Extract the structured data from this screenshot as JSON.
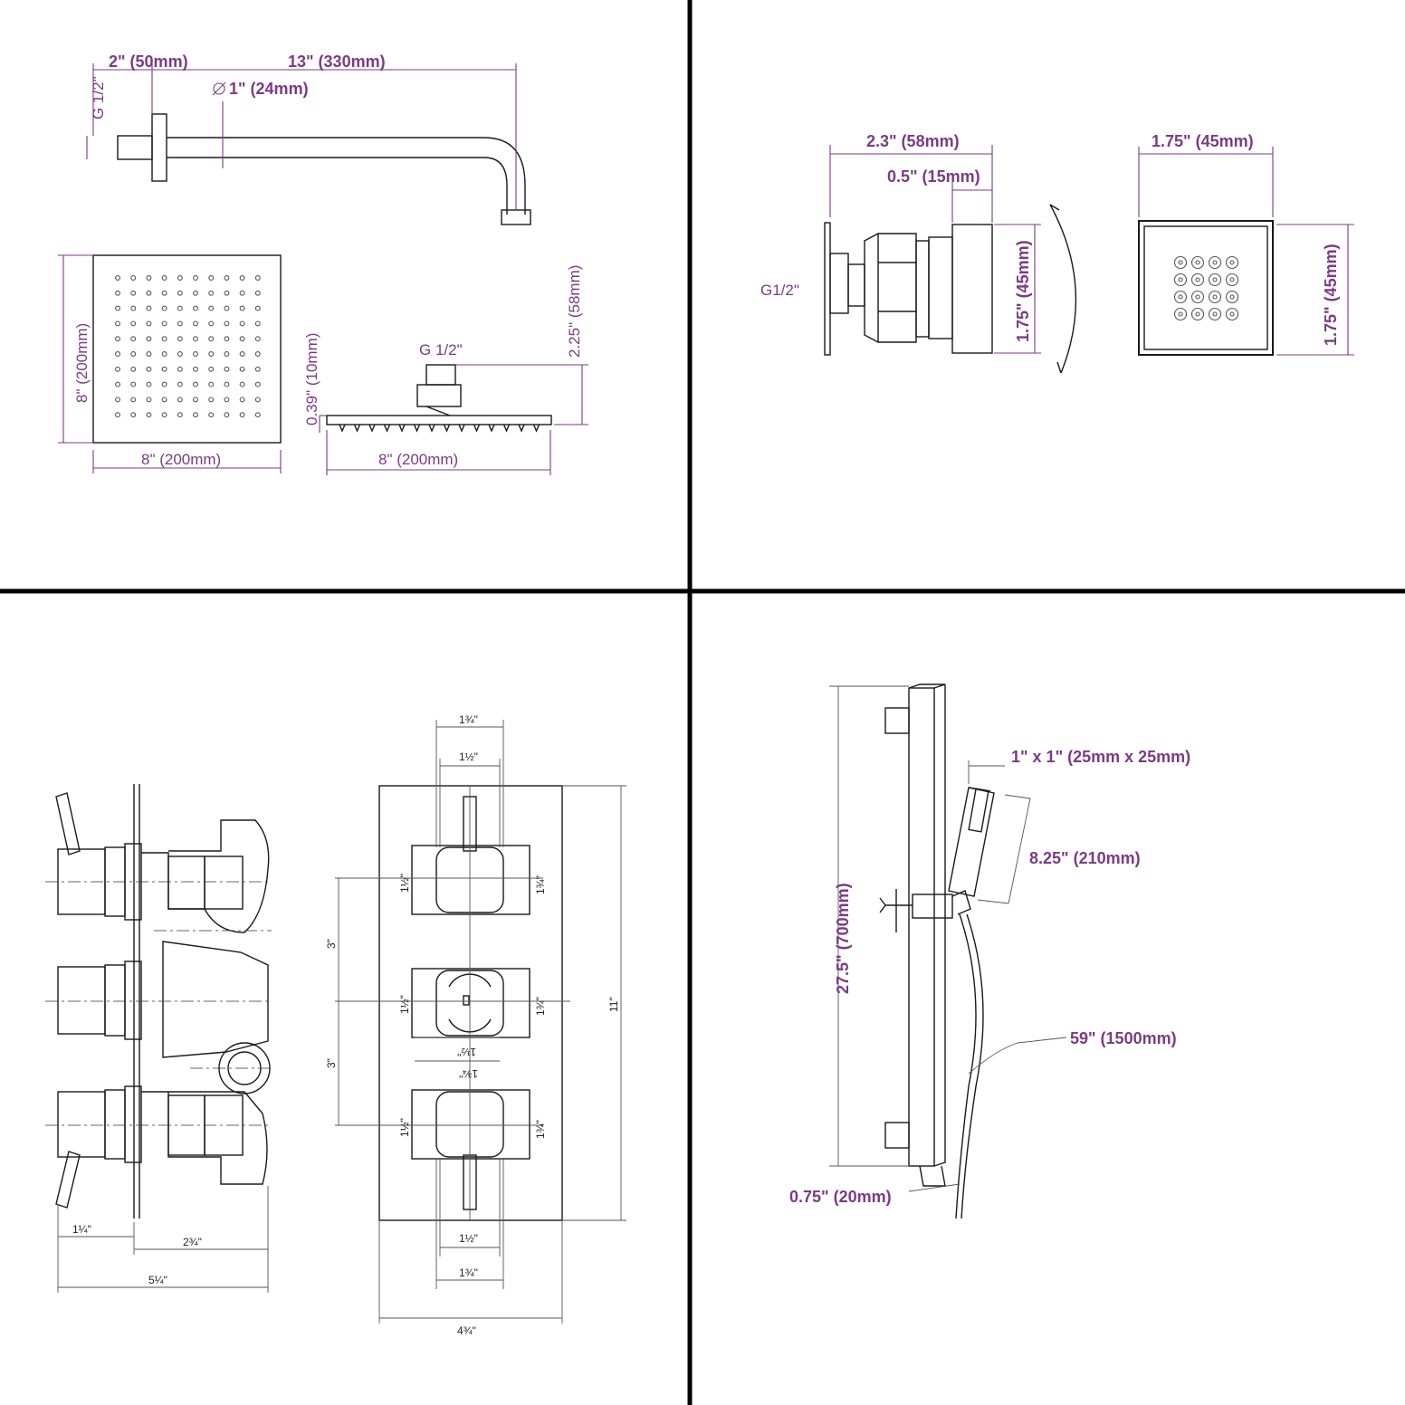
{
  "colors": {
    "ink": "#1a1a1a",
    "dimension": "#7b3a85",
    "divider": "#000000",
    "background": "#ffffff"
  },
  "panel_shower_head": {
    "arm_flange_length": "2\" (50mm)",
    "arm_length": "13\" (330mm)",
    "arm_thread": "G 1/2\"",
    "arm_diameter": "1\" (24mm)",
    "head_height": "8\" (200mm)",
    "head_width": "8\" (200mm)",
    "head_profile_width": "8\" (200mm)",
    "head_connection": "G 1/2\"",
    "head_total_height": "2.25\" (58mm)",
    "head_plate_thickness": "0.39\" (10mm)"
  },
  "panel_body_jet": {
    "depth": "2.3\" (58mm)",
    "front_depth": "0.5\" (15mm)",
    "thread": "G1/2\"",
    "side_height": "1.75\" (45mm)",
    "front_width": "1.75\" (45mm)",
    "front_height": "1.75\" (45mm)"
  },
  "panel_valve": {
    "handle_projection": "1¼\"",
    "body_depth": "2¾\"",
    "total_depth": "5¼\"",
    "plate_width": "4¾\"",
    "plate_height": "11\"",
    "handle_spacing_top": "3\"",
    "handle_spacing_bottom": "3\"",
    "trim_outer": "1¾\"",
    "trim_inner": "1½\"",
    "trim_outer_bottom": "1¾\"",
    "trim_inner_bottom": "1½\"",
    "trim_row1_left": "1½\"",
    "trim_row1_right": "1¾\"",
    "trim_row2_left": "1½\"",
    "trim_row2_right": "1¾\"",
    "trim_row2_inner": "1½\"",
    "trim_row2_outer": "1¾\"",
    "trim_row3_left": "1½\"",
    "trim_row3_right": "1¾\""
  },
  "panel_slide_rail": {
    "handset_head": "1\" x 1\" (25mm x 25mm)",
    "handset_length": "8.25\" (210mm)",
    "rail_length": "27.5\" (700mm)",
    "hose_length": "59\" (1500mm)",
    "rail_width": "0.75\" (20mm)"
  }
}
